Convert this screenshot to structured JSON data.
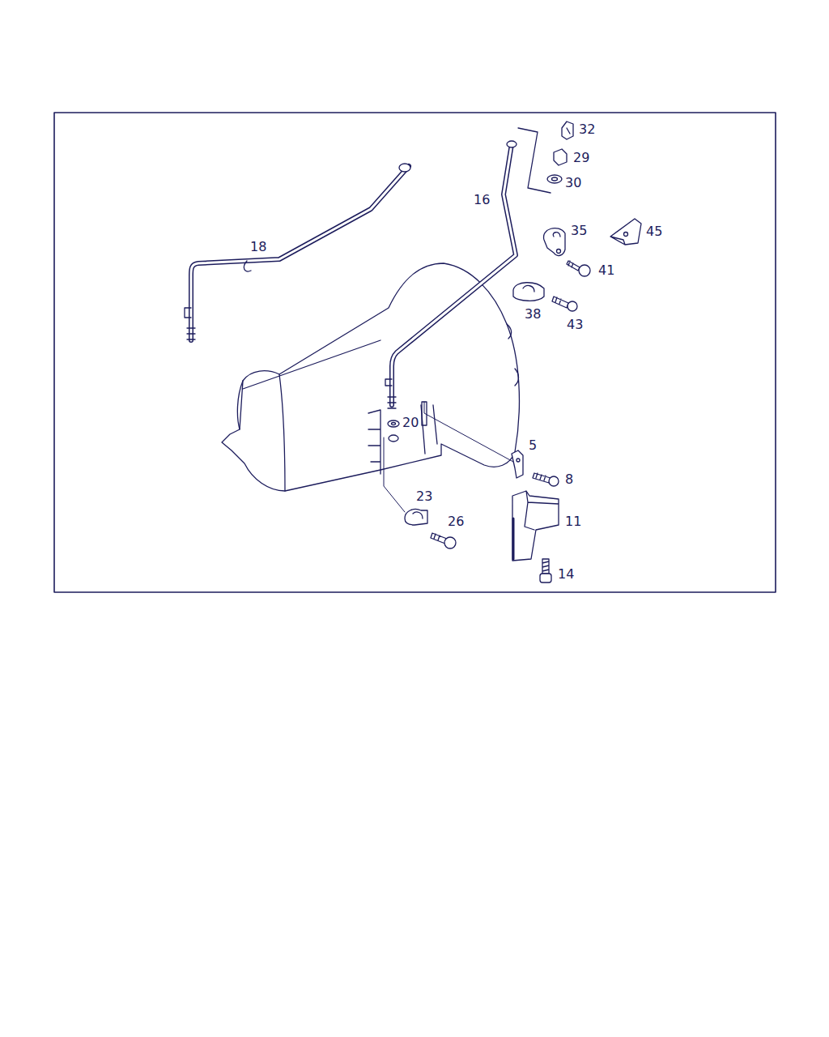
{
  "diagram": {
    "labels": [
      "32",
      "29",
      "30",
      "16",
      "35",
      "45",
      "18",
      "41",
      "38",
      "43",
      "20",
      "5",
      "8",
      "23",
      "11",
      "26",
      "14"
    ]
  }
}
